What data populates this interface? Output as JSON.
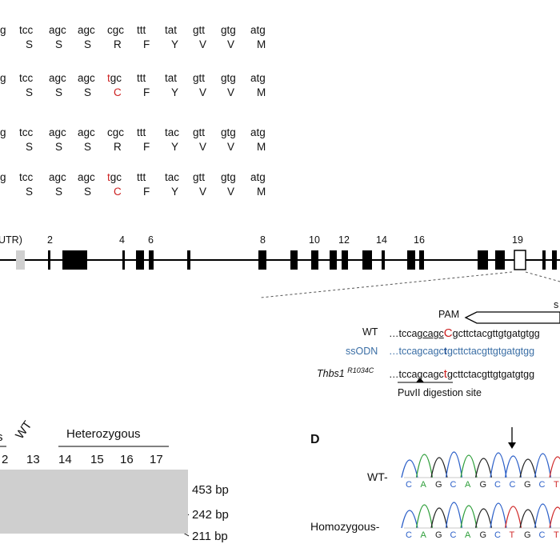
{
  "panel_a": {
    "rows": [
      {
        "codons": [
          "g",
          "tcc",
          "agc",
          "agc",
          "cgc",
          "ttt",
          "tat",
          "gtt",
          "gtg",
          "atg"
        ],
        "aas": [
          "",
          "S",
          "S",
          "S",
          "R",
          "F",
          "Y",
          "V",
          "V",
          "M"
        ],
        "mut_index": -1
      },
      {
        "codons": [
          "g",
          "tcc",
          "agc",
          "agc",
          "tgc",
          "ttt",
          "tat",
          "gtt",
          "gtg",
          "atg"
        ],
        "aas": [
          "",
          "S",
          "S",
          "S",
          "C",
          "F",
          "Y",
          "V",
          "V",
          "M"
        ],
        "mut_index": 4
      },
      {
        "codons": [
          "g",
          "tcc",
          "agc",
          "agc",
          "cgc",
          "ttt",
          "tac",
          "gtt",
          "gtg",
          "atg"
        ],
        "aas": [
          "",
          "S",
          "S",
          "S",
          "R",
          "F",
          "Y",
          "V",
          "V",
          "M"
        ],
        "mut_index": -1
      },
      {
        "codons": [
          "g",
          "tcc",
          "agc",
          "agc",
          "tgc",
          "ttt",
          "tac",
          "gtt",
          "gtg",
          "atg"
        ],
        "aas": [
          "",
          "S",
          "S",
          "S",
          "C",
          "F",
          "Y",
          "V",
          "V",
          "M"
        ],
        "mut_index": 4
      }
    ]
  },
  "panel_b": {
    "utr_label": "UTR)",
    "exon_labels": [
      "2",
      "4",
      "6",
      "8",
      "10",
      "12",
      "14",
      "16",
      "19"
    ],
    "pam_label": "PAM",
    "sg_label": "s",
    "wt_label": "WT",
    "wt_seq_a": "…tccag",
    "wt_seq_b": "cagc",
    "wt_seq_c": "C",
    "wt_seq_d": "gcttctacgttgtgatgtgg",
    "ssodn_label": "ssODN",
    "ssodn_seq_a": "…tccagcagc",
    "ssodn_seq_b": "t",
    "ssodn_seq_c": "gcttctacgttgtgatgtgg",
    "mut_label": "Thbs1",
    "mut_sup": "R1034C",
    "mut_seq_a": "…tccagcagc",
    "mut_seq_b": "t",
    "mut_seq_c": "gcttctacgttgtgatgtgg",
    "digest_label": "PuvII digestion site"
  },
  "panel_c": {
    "group_left": "s",
    "wt_lane": "WT",
    "heterozygous": "Heterozygous",
    "lanes": [
      "2",
      "13",
      "14",
      "15",
      "16",
      "17"
    ],
    "sizes": [
      "453 bp",
      "242 bp",
      "211 bp"
    ]
  },
  "panel_d": {
    "label": "D",
    "wt_label": "WT-",
    "homo_label": "Homozygous-",
    "wt_bases": [
      "C",
      "A",
      "G",
      "C",
      "A",
      "G",
      "C",
      "C",
      "G",
      "C",
      "T"
    ],
    "homo_bases": [
      "C",
      "A",
      "G",
      "C",
      "A",
      "G",
      "C",
      "T",
      "G",
      "C",
      "T"
    ],
    "colors": {
      "A": "#2e9e3a",
      "C": "#2b5fc8",
      "G": "#222222",
      "T": "#d02b2b"
    }
  }
}
